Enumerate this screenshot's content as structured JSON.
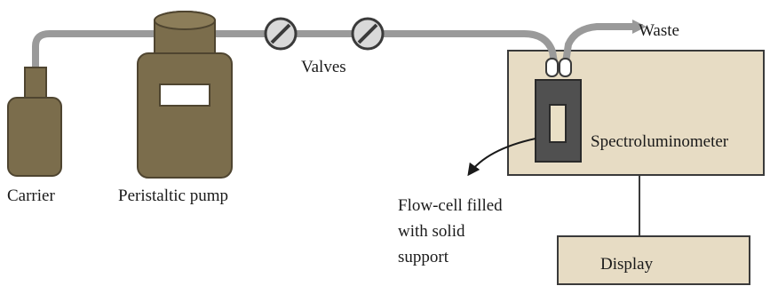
{
  "labels": {
    "carrier": "Carrier",
    "pump": "Peristaltic pump",
    "valves": "Valves",
    "waste": "Waste",
    "spectrometer": "Spectroluminometer",
    "flowcell_line1": "Flow-cell filled",
    "flowcell_line2": "with solid",
    "flowcell_line3": "support",
    "display": "Display"
  },
  "colors": {
    "tube": "#9a9a9a",
    "bottle_fill": "#7b6d4c",
    "bottle_stroke": "#4f4530",
    "instrument_fill": "#e7dcc4",
    "instrument_stroke": "#3a3a3a",
    "flowcell_fill": "#505050",
    "flowcell_window": "#e9dfc6",
    "text": "#1a1a1a"
  },
  "icons": {
    "valve": "valve-icon",
    "arrow": "arrow-icon"
  }
}
